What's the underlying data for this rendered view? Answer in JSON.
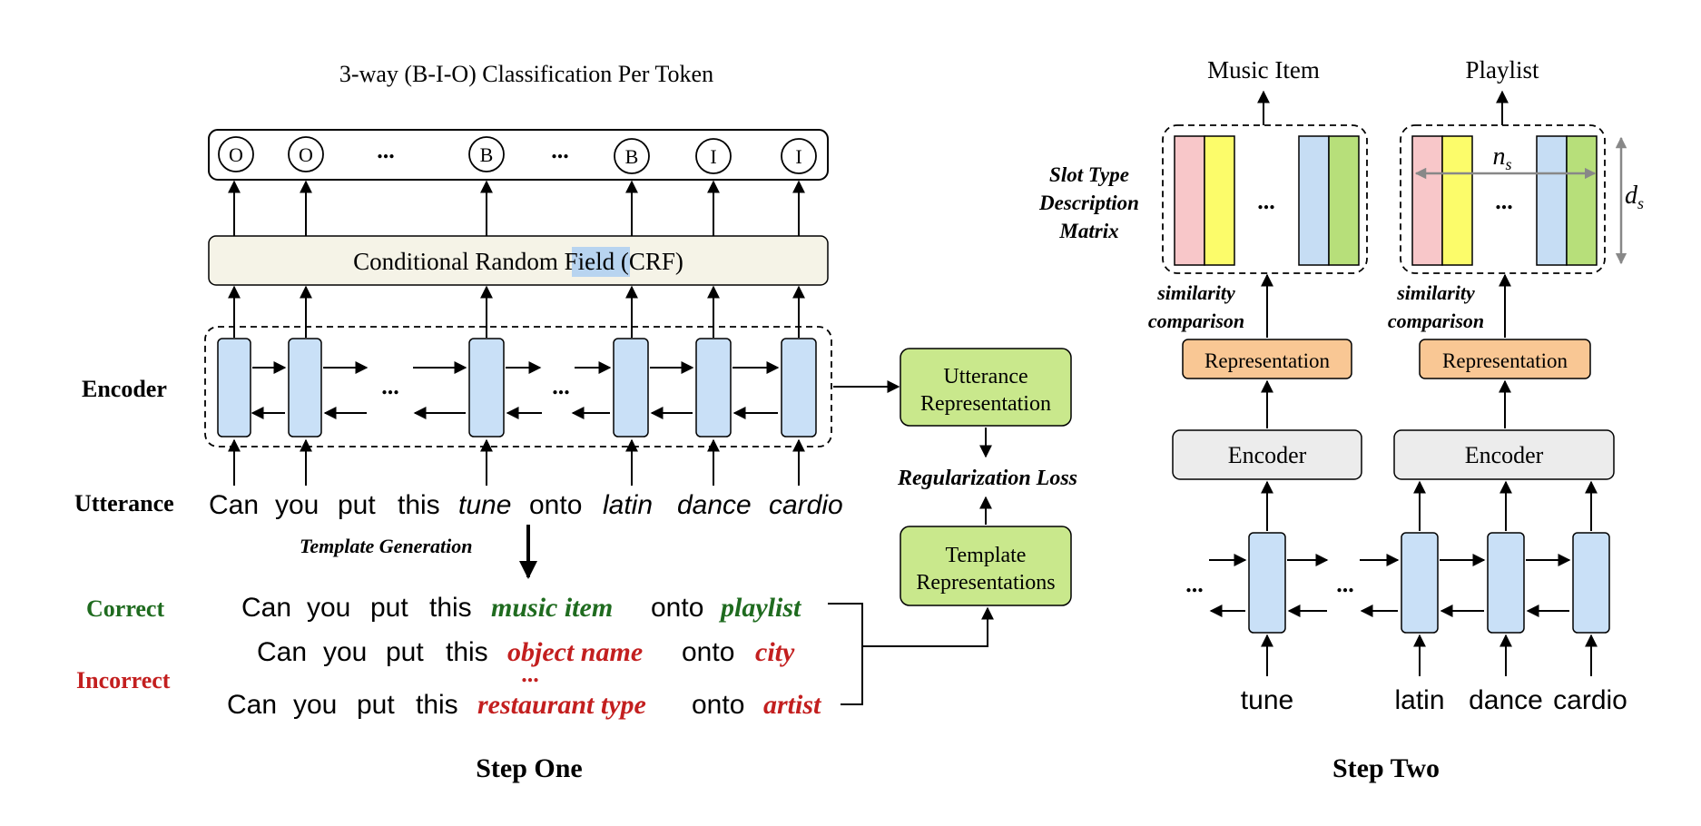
{
  "step_one": {
    "bio_title": "3-way (B-I-O) Classification Per Token",
    "tags": [
      "O",
      "O",
      "B",
      "B",
      "I",
      "I"
    ],
    "ellipsis": "...",
    "crf_pre": "Conditional Random ",
    "crf_highlight": "Field",
    "crf_post": " (CRF)",
    "encoder_label": "Encoder",
    "utterance_label": "Utterance",
    "utterance_tokens": [
      "Can",
      "you",
      "put",
      "this",
      "tune",
      "onto",
      "latin",
      "dance",
      "cardio"
    ],
    "template_generation": "Template Generation",
    "correct_label": "Correct",
    "incorrect_label": "Incorrect",
    "template_correct": [
      "Can",
      "you",
      "put",
      "this",
      "music item",
      "onto",
      "playlist"
    ],
    "template_incorrect_1": [
      "Can",
      "you",
      "put",
      "this",
      "object name",
      "onto",
      "city"
    ],
    "template_incorrect_2": [
      "Can",
      "you",
      "put",
      "this",
      "restaurant type",
      "onto",
      "artist"
    ],
    "template_ellipsis": "...",
    "utterance_rep": [
      "Utterance",
      "Representation"
    ],
    "template_rep": [
      "Template",
      "Representations"
    ],
    "regularization_loss": "Regularization Loss",
    "step_title": "Step One"
  },
  "step_two": {
    "music_item_title": "Music Item",
    "playlist_title": "Playlist",
    "slot_matrix_label": [
      "Slot Type",
      "Description",
      "Matrix"
    ],
    "similarity_label": [
      "similarity",
      "comparison"
    ],
    "representation_label": "Representation",
    "encoder_label": "Encoder",
    "ns_label": "n",
    "ns_sub": "s",
    "ds_label": "d",
    "ds_sub": "s",
    "left_tokens": [
      "tune"
    ],
    "right_tokens": [
      "latin",
      "dance",
      "cardio"
    ],
    "ellipsis": "...",
    "step_title": "Step Two"
  },
  "colors": {
    "lstm_fill": "#c9e0f7",
    "crf_fill": "#f5f3e7",
    "rep_green": "#c9e88c",
    "rep_orange": "#f9c794",
    "encoder_gray": "#ececec",
    "matrix_pink": "#f8c7c9",
    "matrix_yellow": "#fcfc6a",
    "matrix_blue": "#c6ddf4",
    "matrix_green": "#b7df7a",
    "correct_green": "#1f6b1f",
    "incorrect_red": "#c31f1f",
    "highlight": "#b8d4f0"
  }
}
